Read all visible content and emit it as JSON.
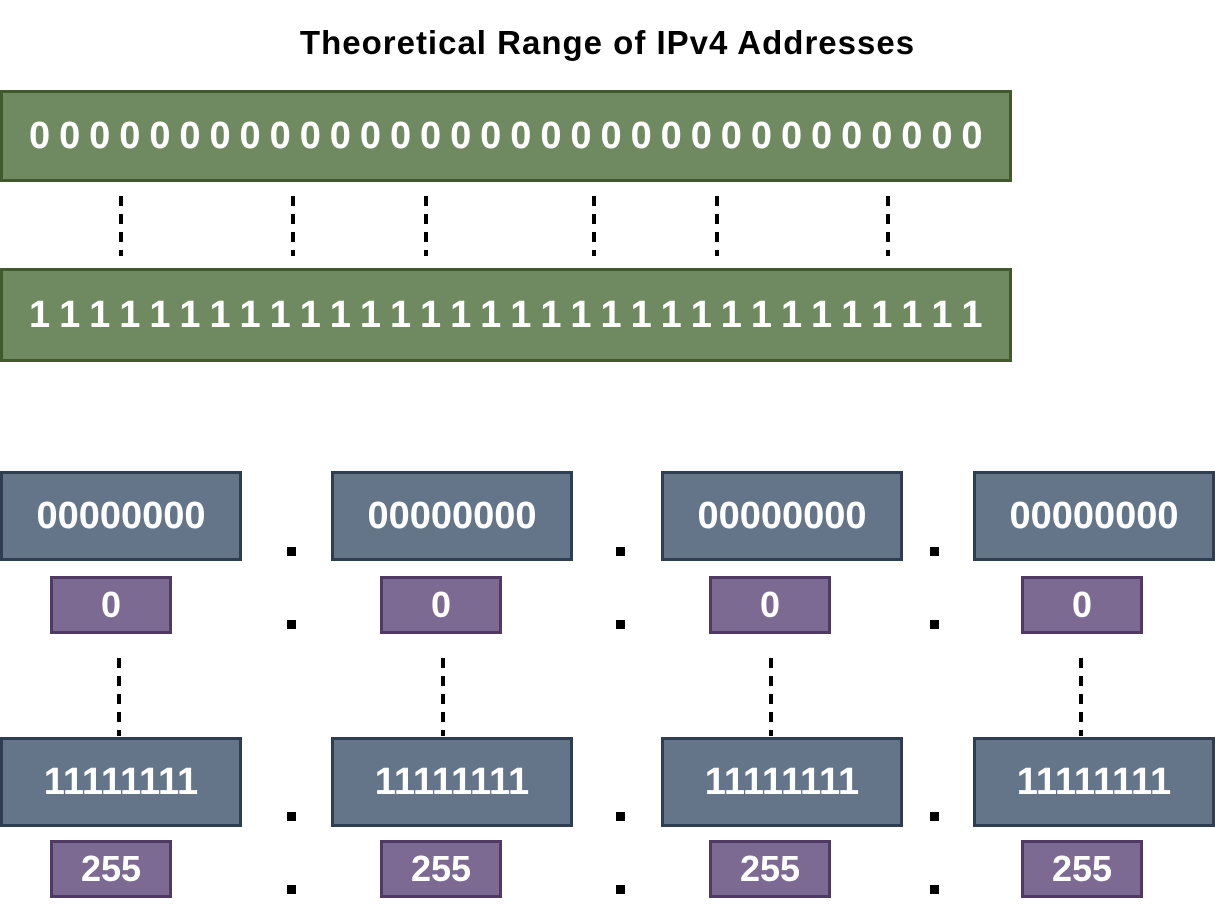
{
  "title": "Theoretical Range of IPv4 Addresses",
  "range_bars": {
    "min_bits": "00000000000000000000000000000000",
    "max_bits": "11111111111111111111111111111111"
  },
  "octets": {
    "columns": [
      {
        "min_binary": "00000000",
        "min_decimal": "0",
        "max_binary": "11111111",
        "max_decimal": "255"
      },
      {
        "min_binary": "00000000",
        "min_decimal": "0",
        "max_binary": "11111111",
        "max_decimal": "255"
      },
      {
        "min_binary": "00000000",
        "min_decimal": "0",
        "max_binary": "11111111",
        "max_decimal": "255"
      },
      {
        "min_binary": "00000000",
        "min_decimal": "0",
        "max_binary": "11111111",
        "max_decimal": "255"
      }
    ]
  },
  "icons": {
    "octet_separator_dot": "black-square",
    "range_connector": "vertical-dashed-line"
  },
  "colors": {
    "bar_fill": "#6F8A60",
    "bar_border": "#42592E",
    "binary_box_fill": "#647589",
    "binary_box_border": "#2E3D4F",
    "decimal_box_fill": "#7C6A93",
    "decimal_box_border": "#4E3A62",
    "text_on_fill": "#FFFFFF",
    "title_color": "#000000"
  }
}
